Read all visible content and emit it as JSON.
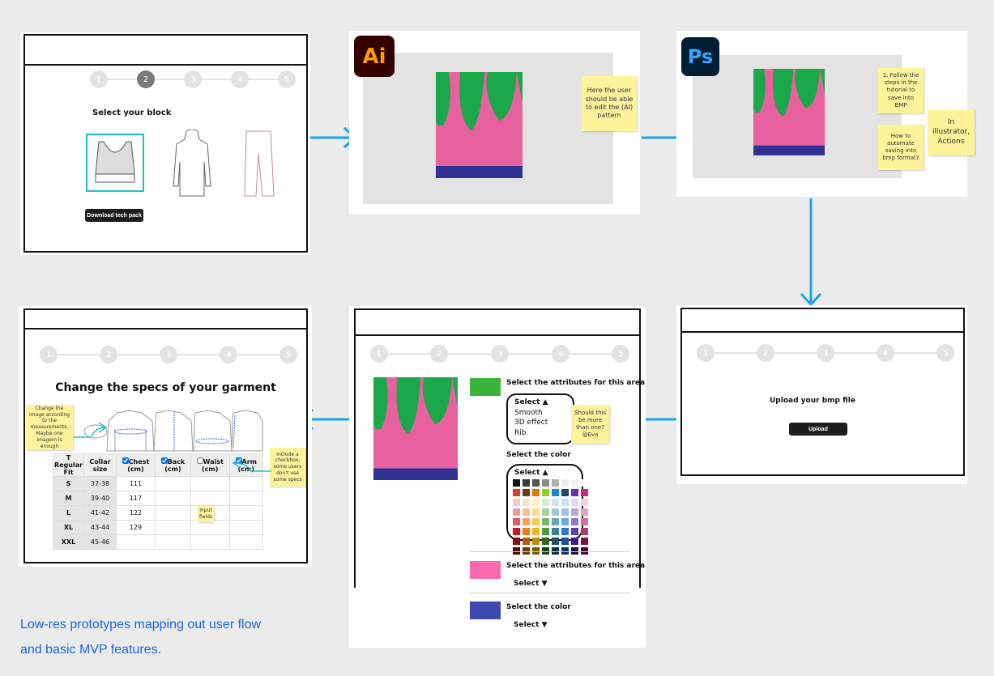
{
  "steps": [
    "1",
    "2",
    "3",
    "4",
    "5"
  ],
  "frame1": {
    "title": "Select your block",
    "download_label": "Download tech pack",
    "active_step": 2
  },
  "frame2": {
    "app_logo": "Ai",
    "note": "Here the user should be able to edit the  (AI) pattern"
  },
  "frame3": {
    "app_logo": "Ps",
    "note1": "1. Follow the steps in the tutorial to save into BMP",
    "note2": "How to automate saving into bmp format?",
    "note3": "In illustrator, Actions"
  },
  "frame4": {
    "title": "Change the specs of your garment",
    "note_image": "Change the image according to the measurements. Maybe one imagem is enough",
    "note_checkbox": "Include a checkbox, some users don't use some specs",
    "note_inputs": "Input fields",
    "headers": [
      "T Regular Fit",
      "Collar size",
      "Chest (cm)",
      "Back (cm)",
      "Waist (cm)",
      "Arm (cm)"
    ],
    "checked": [
      true,
      true,
      false,
      true
    ],
    "rows": [
      [
        "S",
        "37-38",
        "111"
      ],
      [
        "M",
        "39-40",
        "117"
      ],
      [
        "L",
        "41-42",
        "122"
      ],
      [
        "XL",
        "43-44",
        "129"
      ],
      [
        "XXL",
        "45-46",
        ""
      ]
    ]
  },
  "frame5": {
    "attr_label": "Select the attributes for this area",
    "select_label": "Select",
    "options": [
      "Smooth",
      "3D effect",
      "Rib"
    ],
    "color_label": "Select the color",
    "note": "Should this be more than one? @Eva",
    "attr_label2": "Select the attributes for this area",
    "color_label2": "Select the color",
    "swatches": {
      "green": "#3bb43b",
      "pink": "#ff69b0",
      "blue": "#3f48b0"
    },
    "palette": [
      "#111111",
      "#3a3a3a",
      "#555555",
      "#8a8a8a",
      "#b0b0b0",
      "#ececec",
      "#f4f4f4",
      "#ffffff",
      "#e23b2e",
      "#6b3e12",
      "#d97a0a",
      "#8fd11e",
      "#1e88d8",
      "#1a4a78",
      "#6a2fa8",
      "#d0267a",
      "#f6c9c9",
      "#fbe0c9",
      "#fcefc4",
      "#d6ebd0",
      "#cfe2ea",
      "#cfe0f4",
      "#e0d6ef",
      "#f1d1e1",
      "#ee9a9a",
      "#f7bf8f",
      "#fadb8e",
      "#a9d39b",
      "#9fc6d3",
      "#9dc3ee",
      "#b8a6df",
      "#e3a3c6",
      "#e3566a",
      "#f5a35a",
      "#f8cc55",
      "#79b86a",
      "#6aa6b8",
      "#6aa8e6",
      "#8e77c9",
      "#cf6f9f",
      "#d01818",
      "#ea7a1a",
      "#f0b41c",
      "#4c9a3c",
      "#3b7f99",
      "#2f78d1",
      "#5e3fa8",
      "#b03a6c",
      "#8a0e0e",
      "#b65a0c",
      "#c78a10",
      "#2f6a1c",
      "#1f5166",
      "#1b4f9a",
      "#3a1f7a",
      "#7a1342",
      "#560808",
      "#6e3a0a",
      "#7d5a0a",
      "#1c4212",
      "#12303d",
      "#12305e",
      "#1f1148",
      "#4a0c29"
    ]
  },
  "frame6": {
    "title": "Upload your bmp file",
    "upload_label": "Upload"
  },
  "caption": {
    "line1": "Low-res prototypes mapping out user flow",
    "line2": "and basic MVP features."
  },
  "colors": {
    "arrow": "#1aa3e8",
    "pattern_pink": "#e8609e",
    "pattern_green": "#1aa84a",
    "pattern_blue": "#2e3192"
  }
}
